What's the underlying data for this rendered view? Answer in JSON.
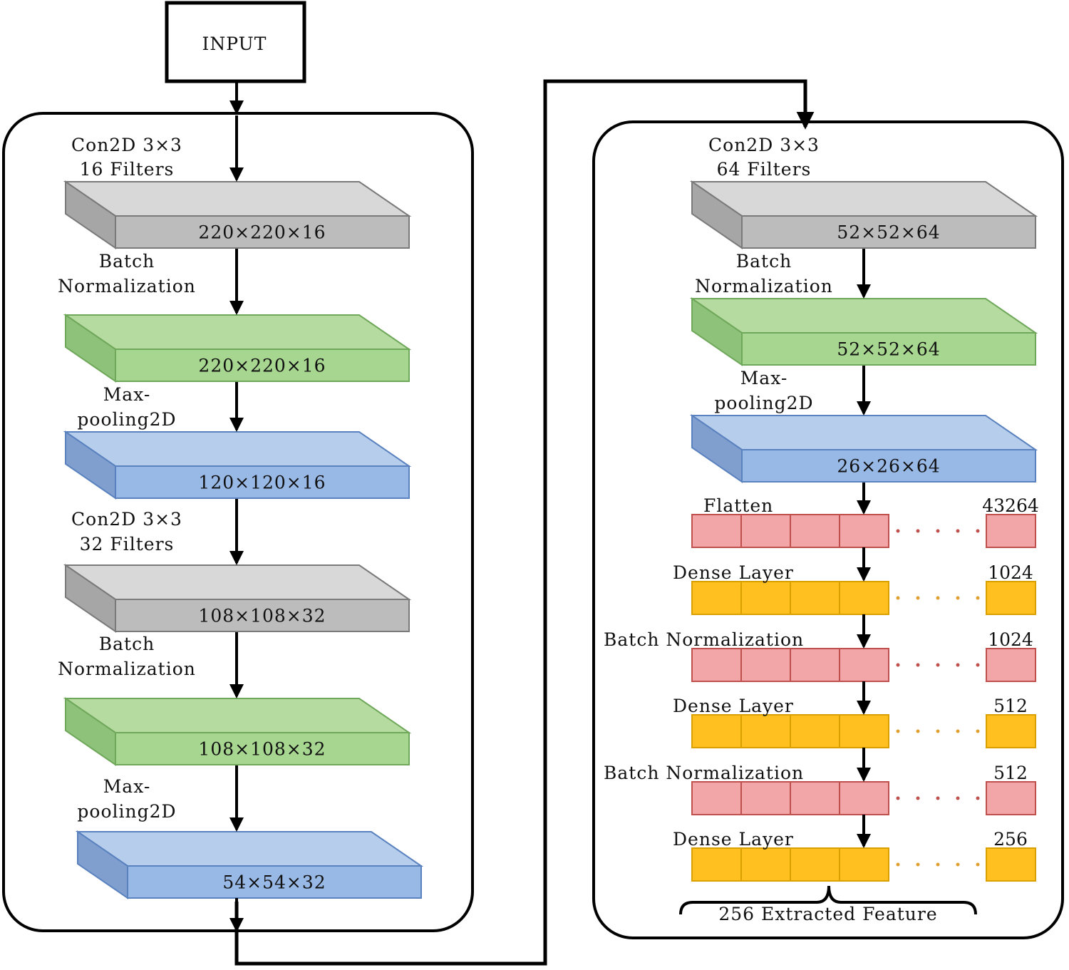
{
  "colors": {
    "gray": {
      "top": "#d8d8d8",
      "front": "#bcbcbc",
      "side": "#a6a6a6",
      "stroke": "#7a7a7a"
    },
    "green": {
      "top": "#b6dba0",
      "front": "#a6d68f",
      "side": "#8ec27a",
      "stroke": "#6fa85a"
    },
    "blue": {
      "top": "#b7cdec",
      "front": "#98b8e6",
      "side": "#809fcf",
      "stroke": "#5a82bf"
    },
    "red": {
      "fill": "#f3a6a8",
      "stroke": "#c0504d",
      "dots": "#c0504d"
    },
    "orange": {
      "fill": "#ffc020",
      "stroke": "#d9a000",
      "dots": "#e0a030"
    }
  },
  "input": {
    "label": "INPUT"
  },
  "left_column": {
    "layers": [
      {
        "color": "gray",
        "dims": "220×220×16",
        "label": [
          "Con2D 3×3",
          "16 Filters"
        ]
      },
      {
        "color": "green",
        "dims": "220×220×16",
        "label": [
          "Batch",
          "Normalization"
        ]
      },
      {
        "color": "blue",
        "dims": "120×120×16",
        "label": [
          "Max-",
          "pooling2D"
        ]
      },
      {
        "color": "gray",
        "dims": "108×108×32",
        "label": [
          "Con2D 3×3",
          "32 Filters"
        ]
      },
      {
        "color": "green",
        "dims": "108×108×32",
        "label": [
          "Batch",
          "Normalization"
        ]
      },
      {
        "color": "blue",
        "dims": "54×54×32",
        "label": [
          "Max-",
          "pooling2D"
        ]
      }
    ]
  },
  "right_column": {
    "layers": [
      {
        "color": "gray",
        "dims": "52×52×64",
        "label": [
          "Con2D 3×3",
          "64 Filters"
        ]
      },
      {
        "color": "green",
        "dims": "52×52×64",
        "label": [
          "Batch",
          "Normalization"
        ]
      },
      {
        "color": "blue",
        "dims": "26×26×64",
        "label": [
          "Max-",
          "pooling2D"
        ]
      }
    ],
    "vectors": [
      {
        "label": "Flatten",
        "size": "43264",
        "color": "red"
      },
      {
        "label": "Dense Layer",
        "size": "1024",
        "color": "orange"
      },
      {
        "label": "Batch Normalization",
        "size": "1024",
        "color": "red"
      },
      {
        "label": "Dense Layer",
        "size": "512",
        "color": "orange"
      },
      {
        "label": "Batch Normalization",
        "size": "512",
        "color": "red"
      },
      {
        "label": "Dense Layer",
        "size": "256",
        "color": "orange"
      }
    ],
    "output_label": "256 Extracted Feature"
  }
}
